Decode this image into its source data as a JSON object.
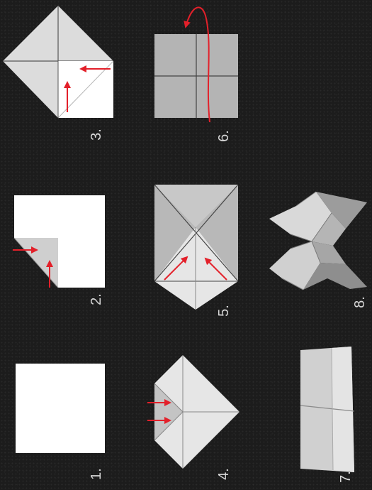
{
  "diagram": {
    "step_labels": [
      "1.",
      "2.",
      "3.",
      "4.",
      "5.",
      "6.",
      "7.",
      "8."
    ]
  },
  "colors": {
    "background": "#1c1c1c",
    "paper_white": "#ffffff",
    "paper_light": "#e6e6e6",
    "paper_mid": "#c8c8c8",
    "paper_gray": "#b4b4b4",
    "paper_dark": "#8e8e8e",
    "fold_line": "#555555",
    "arrow": "#e3202a",
    "label": "#d8d8d8"
  }
}
